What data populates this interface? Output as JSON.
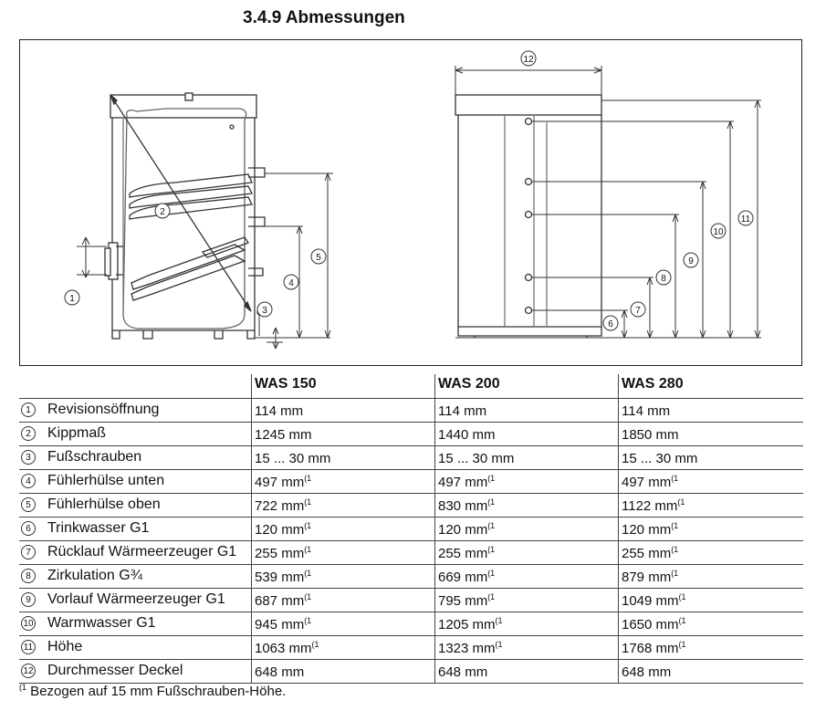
{
  "title": "3.4.9 Abmessungen",
  "headers": [
    "WAS 150",
    "WAS 200",
    "WAS 280"
  ],
  "rows": [
    {
      "no": "1",
      "label": "Revisionsöffnung",
      "v": [
        "114 mm",
        "114 mm",
        "114 mm"
      ],
      "fn": [
        "",
        "",
        ""
      ]
    },
    {
      "no": "2",
      "label": "Kippmaß",
      "v": [
        "1245 mm",
        "1440 mm",
        "1850 mm"
      ],
      "fn": [
        "",
        "",
        ""
      ]
    },
    {
      "no": "3",
      "label": "Fußschrauben",
      "v": [
        "15 ... 30 mm",
        "15 ... 30 mm",
        "15 ... 30 mm"
      ],
      "fn": [
        "",
        "",
        ""
      ]
    },
    {
      "no": "4",
      "label": "Fühlerhülse unten",
      "v": [
        "497 mm",
        "497 mm",
        "497 mm"
      ],
      "fn": [
        "(1",
        "(1",
        "(1"
      ]
    },
    {
      "no": "5",
      "label": "Fühlerhülse oben",
      "v": [
        "722 mm",
        "830 mm",
        "1122 mm"
      ],
      "fn": [
        "(1",
        "(1",
        "(1"
      ]
    },
    {
      "no": "6",
      "label": "Trinkwasser G1",
      "v": [
        "120 mm",
        "120 mm",
        "120 mm"
      ],
      "fn": [
        "(1",
        "(1",
        "(1"
      ]
    },
    {
      "no": "7",
      "label": "Rücklauf Wärmeerzeuger G1",
      "v": [
        "255 mm",
        "255 mm",
        "255 mm"
      ],
      "fn": [
        "(1",
        "(1",
        "(1"
      ]
    },
    {
      "no": "8",
      "label": "Zirkulation G¾",
      "v": [
        "539 mm",
        "669 mm",
        "879 mm"
      ],
      "fn": [
        "(1",
        "(1",
        "(1"
      ]
    },
    {
      "no": "9",
      "label": "Vorlauf Wärmeerzeuger G1",
      "v": [
        "687 mm",
        "795 mm",
        "1049 mm"
      ],
      "fn": [
        "(1",
        "(1",
        "(1"
      ]
    },
    {
      "no": "10",
      "label": "Warmwasser G1",
      "v": [
        "945 mm",
        "1205 mm",
        "1650 mm"
      ],
      "fn": [
        "(1",
        "(1",
        "(1"
      ]
    },
    {
      "no": "11",
      "label": "Höhe",
      "v": [
        "1063 mm",
        "1323 mm",
        "1768 mm"
      ],
      "fn": [
        "(1",
        "(1",
        "(1"
      ]
    },
    {
      "no": "12",
      "label": "Durchmesser Deckel",
      "v": [
        "648 mm",
        "648 mm",
        "648 mm"
      ],
      "fn": [
        "",
        "",
        ""
      ]
    }
  ],
  "footnote": {
    "mark": "(1",
    "text": " Bezogen auf 15 mm Fußschrauben-Höhe."
  },
  "diagram_labels": {
    "d1": "1",
    "d2": "2",
    "d3": "3",
    "d4": "4",
    "d5": "5",
    "d6": "6",
    "d7": "7",
    "d8": "8",
    "d9": "9",
    "d10": "10",
    "d11": "11",
    "d12": "12"
  }
}
